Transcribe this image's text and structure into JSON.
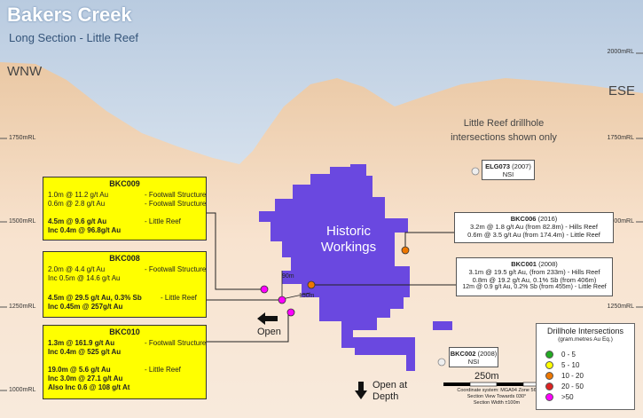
{
  "header": {
    "title": "Bakers Creek",
    "subtitle": "Long Section - Little Reef"
  },
  "directions": {
    "west": "WNW",
    "east": "ESE"
  },
  "rl_labels": [
    "2000mRL",
    "1750mRL",
    "1500mRL",
    "1250mRL",
    "1000mRL"
  ],
  "historic_label": [
    "Historic",
    "Workings"
  ],
  "note": [
    "Little Reef drillhole",
    "intersections shown only"
  ],
  "distances": {
    "d90": "90m",
    "d150": "150m"
  },
  "open_labels": {
    "west": "Open",
    "depth_line1": "Open at",
    "depth_line2": "Depth"
  },
  "boxes": {
    "bkc009": {
      "title": "BKC009",
      "rows": [
        {
          "value": "1.0m @ 11.2 g/t Au",
          "desc": "- Footwall Structure"
        },
        {
          "value": "0.6m @ 2.8 g/t Au",
          "desc": "- Footwall Structure"
        },
        {
          "value": "4.5m @ 9.6 g/t Au",
          "desc": "- Little Reef"
        },
        {
          "value": "Inc 0.4m @ 96.8g/t Au",
          "desc": ""
        }
      ]
    },
    "bkc008": {
      "title": "BKC008",
      "rows": [
        {
          "value": "2.0m @ 4.4 g/t Au",
          "desc": "- Footwall Structure"
        },
        {
          "value": "Inc 0.5m @ 14.6 g/t Au",
          "desc": ""
        },
        {
          "value": "4.5m @ 29.5 g/t Au, 0.3% Sb",
          "desc": "- Little Reef"
        },
        {
          "value": "Inc 0.45m @ 257g/t Au",
          "desc": ""
        }
      ]
    },
    "bkc010": {
      "title": "BKC010",
      "rows": [
        {
          "value": "1.3m @ 161.9 g/t Au",
          "desc": "- Footwall Structure"
        },
        {
          "value": "Inc 0.4m @ 525 g/t Au",
          "desc": ""
        },
        {
          "value": "19.0m @ 5.6 g/t Au",
          "desc": "- Little Reef"
        },
        {
          "value": "Inc 3.0m @ 27.1 g/t Au",
          "desc": ""
        },
        {
          "value": "Also Inc 0.6 @ 108 g/t At",
          "desc": ""
        }
      ]
    },
    "elg073": {
      "title": "ELG073",
      "year": "(2007)",
      "sub": "NSI"
    },
    "bkc006": {
      "title": "BKC006",
      "year": "(2016)",
      "lines": [
        "3.2m @ 1.8 g/t Au (from 82.8m) - Hills Reef",
        "0.6m @ 3.5 g/t Au (from 174.4m) - Little Reef"
      ]
    },
    "bkc001": {
      "title": "BKC001",
      "year": "(2008)",
      "lines": [
        "3.1m @ 19.5 g/t Au, (from 233m) - Hills Reef",
        "0.8m @ 19.2 g/t Au, 0.1% Sb (from 406m)",
        "12m @ 0.9 g/t Au,  0.2% Sb (from 455m) - Little Reef"
      ]
    },
    "bkc002": {
      "title": "BKC002",
      "year": "(2008)",
      "sub": "NSI"
    }
  },
  "scale": {
    "label": "250m",
    "lines": [
      "Coordinate system: MGA94 Zone 56",
      "Section View Towards 030°",
      "Section Width ±100m"
    ]
  },
  "legend": {
    "title": "Drillhole Intersections",
    "subtitle": "(gram.metres Au Eq.)",
    "items": [
      {
        "label": "0 - 5",
        "color": "#22aa22"
      },
      {
        "label": "5 - 10",
        "color": "#ffff00"
      },
      {
        "label": "10 - 20",
        "color": "#ee7700"
      },
      {
        "label": "20 - 50",
        "color": "#dd2222"
      },
      {
        "label": ">50",
        "color": "#ff00ff"
      }
    ]
  },
  "colors": {
    "workings": "#6a48e0",
    "terrain": "#f6dcc3",
    "sky_top": "#c2d2e4"
  }
}
